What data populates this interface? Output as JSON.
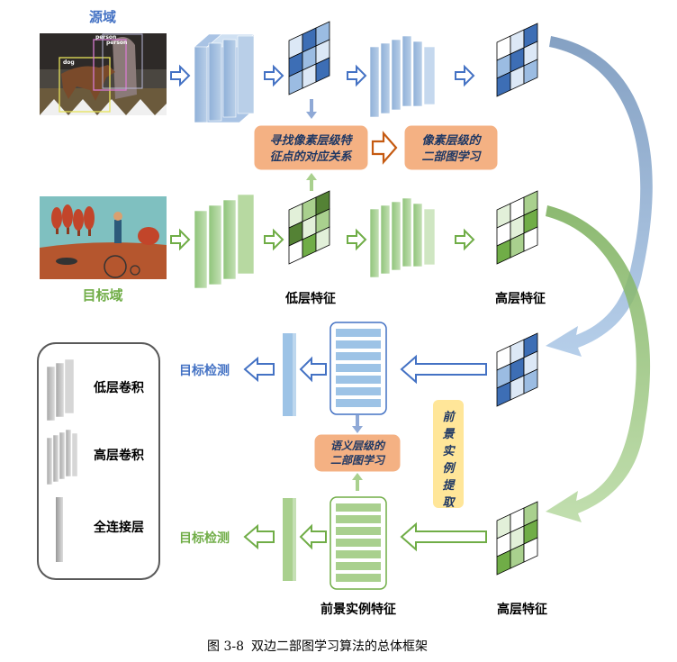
{
  "labels": {
    "source_domain": "源域",
    "target_domain": "目标域",
    "low_level_feature": "低层特征",
    "high_level_feature_top": "高层特征",
    "high_level_feature_bottom": "高层特征",
    "foreground_instance_feature": "前景实例特征",
    "detection_top": "目标检测",
    "detection_bottom": "目标检测"
  },
  "detection_tags": {
    "person_1": "person",
    "person_2": "person",
    "dog": "dog"
  },
  "process_boxes": {
    "pixel_correspondence_line1": "寻找像素层级特",
    "pixel_correspondence_line2": "征点的对应关系",
    "pixel_bipartite_line1": "像素层级的",
    "pixel_bipartite_line2": "二部图学习",
    "semantic_bipartite_line1": "语义层级的",
    "semantic_bipartite_line2": "二部图学习",
    "foreground_extraction_chars": [
      "前",
      "景",
      "实",
      "例",
      "提",
      "取"
    ]
  },
  "legend": {
    "low_conv": "低层卷积",
    "high_conv": "高层卷积",
    "fully_connected": "全连接层"
  },
  "caption": {
    "figure_number": "图 3-8",
    "title": "双边二部图学习算法的总体框架"
  },
  "colors": {
    "blue_accent": "#4472c4",
    "green_accent": "#70ad47",
    "process_box_fill": "#f4b183",
    "extraction_box_fill": "#ffe699",
    "legend_gray": "#c8c8c8"
  }
}
